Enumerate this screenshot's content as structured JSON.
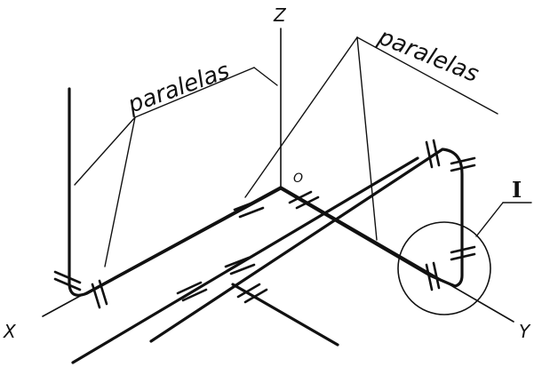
{
  "labels": {
    "axis_x": "X",
    "axis_y": "Y",
    "axis_z": "Z",
    "origin": "O",
    "parallel_left": "paralelas",
    "parallel_right": "paralelas",
    "detail_mark": "I"
  }
}
